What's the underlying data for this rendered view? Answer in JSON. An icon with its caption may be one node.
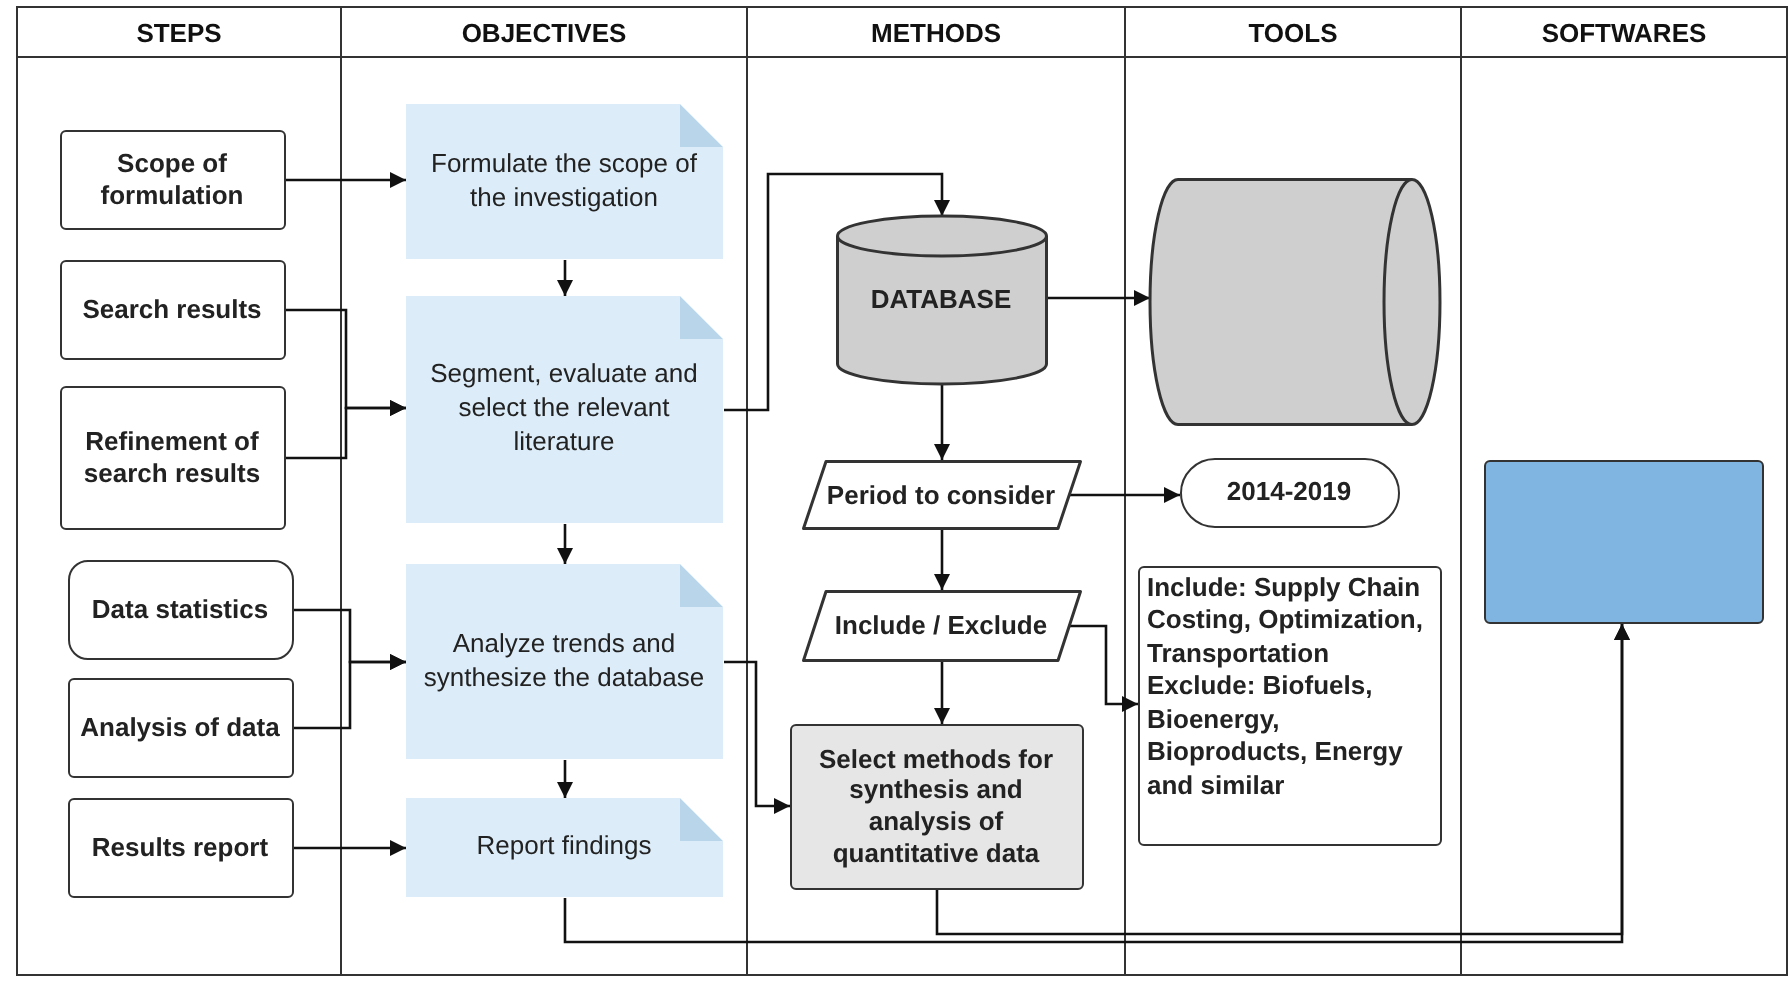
{
  "diagram": {
    "nodes": [
      {
        "text": [
          "STEPS"
        ]
      },
      {
        "text": [
          "OBJECTIVES"
        ]
      },
      {
        "text": [
          "METHODS"
        ]
      },
      {
        "text": [
          "TOOLS"
        ]
      },
      {
        "text": [
          "SOFTWARES"
        ]
      },
      {
        "text": [
          "Scope of formulation"
        ],
        "in": 0
      },
      {
        "text": [
          "Search results"
        ],
        "in": 0
      },
      {
        "text": [
          "Refinement of search results"
        ],
        "in": 0
      },
      {
        "text": [
          "Data statistics"
        ],
        "in": 0
      },
      {
        "text": [
          "Analysis of data"
        ],
        "in": 0
      },
      {
        "text": [
          "Results report"
        ],
        "in": 0
      },
      {
        "text": [
          "Formulate the scope of the investigation"
        ],
        "in": 1
      },
      {
        "text": [
          "Segment, evaluate and select the relevant literature"
        ],
        "in": 1
      },
      {
        "text": [
          "Analyze trends and synthesize the database"
        ],
        "in": 1
      },
      {
        "text": [
          "Report findings"
        ],
        "in": 1
      },
      {
        "text": [
          "DATABASE"
        ],
        "in": 2
      },
      {
        "text": [
          "Period to consider"
        ],
        "in": 2
      },
      {
        "text": [
          "Include / Exclude"
        ],
        "in": 2
      },
      {
        "text": [
          "Select methods for synthesis and analysis of quantitative data"
        ],
        "in": 2
      },
      {
        "text": [],
        "shape": "cylinder",
        "in": 3
      },
      {
        "text": [
          "2014-2019"
        ],
        "in": 3
      },
      {
        "text": [
          "Include: Supply Chain Costing, Optimization, Transportation Exclude: Biofuels, Bioenergy, Bioproducts, Energy and similar"
        ],
        "in": 3
      },
      {
        "text": [],
        "shape": "box",
        "in": 4
      }
    ],
    "edges": [
      {
        "from": 5,
        "to": 11,
        "arrow": "to"
      },
      {
        "from": 11,
        "to": 12,
        "arrow": "to"
      },
      {
        "from": 6,
        "to": 12,
        "arrow": "to"
      },
      {
        "from": 7,
        "to": 12,
        "arrow": "to"
      },
      {
        "from": 12,
        "to": 15,
        "arrow": "to"
      },
      {
        "from": 15,
        "to": 19,
        "arrow": "to"
      },
      {
        "from": 15,
        "to": 16,
        "arrow": "to"
      },
      {
        "from": 12,
        "to": 13,
        "arrow": "to"
      },
      {
        "from": 8,
        "to": 13,
        "arrow": "to"
      },
      {
        "from": 9,
        "to": 13,
        "arrow": "to"
      },
      {
        "from": 13,
        "to": 14,
        "arrow": "to"
      },
      {
        "from": 10,
        "to": 14,
        "arrow": "to"
      },
      {
        "from": 13,
        "to": 18,
        "arrow": "to"
      },
      {
        "from": 16,
        "to": 20,
        "arrow": "to"
      },
      {
        "from": 16,
        "to": 17,
        "arrow": "to"
      },
      {
        "from": 17,
        "to": 18,
        "arrow": "to"
      },
      {
        "from": 17,
        "to": 21,
        "arrow": "to"
      },
      {
        "from": 18,
        "to": 22,
        "arrow": "to"
      },
      {
        "from": 14,
        "to": 22,
        "arrow": "to"
      }
    ]
  }
}
